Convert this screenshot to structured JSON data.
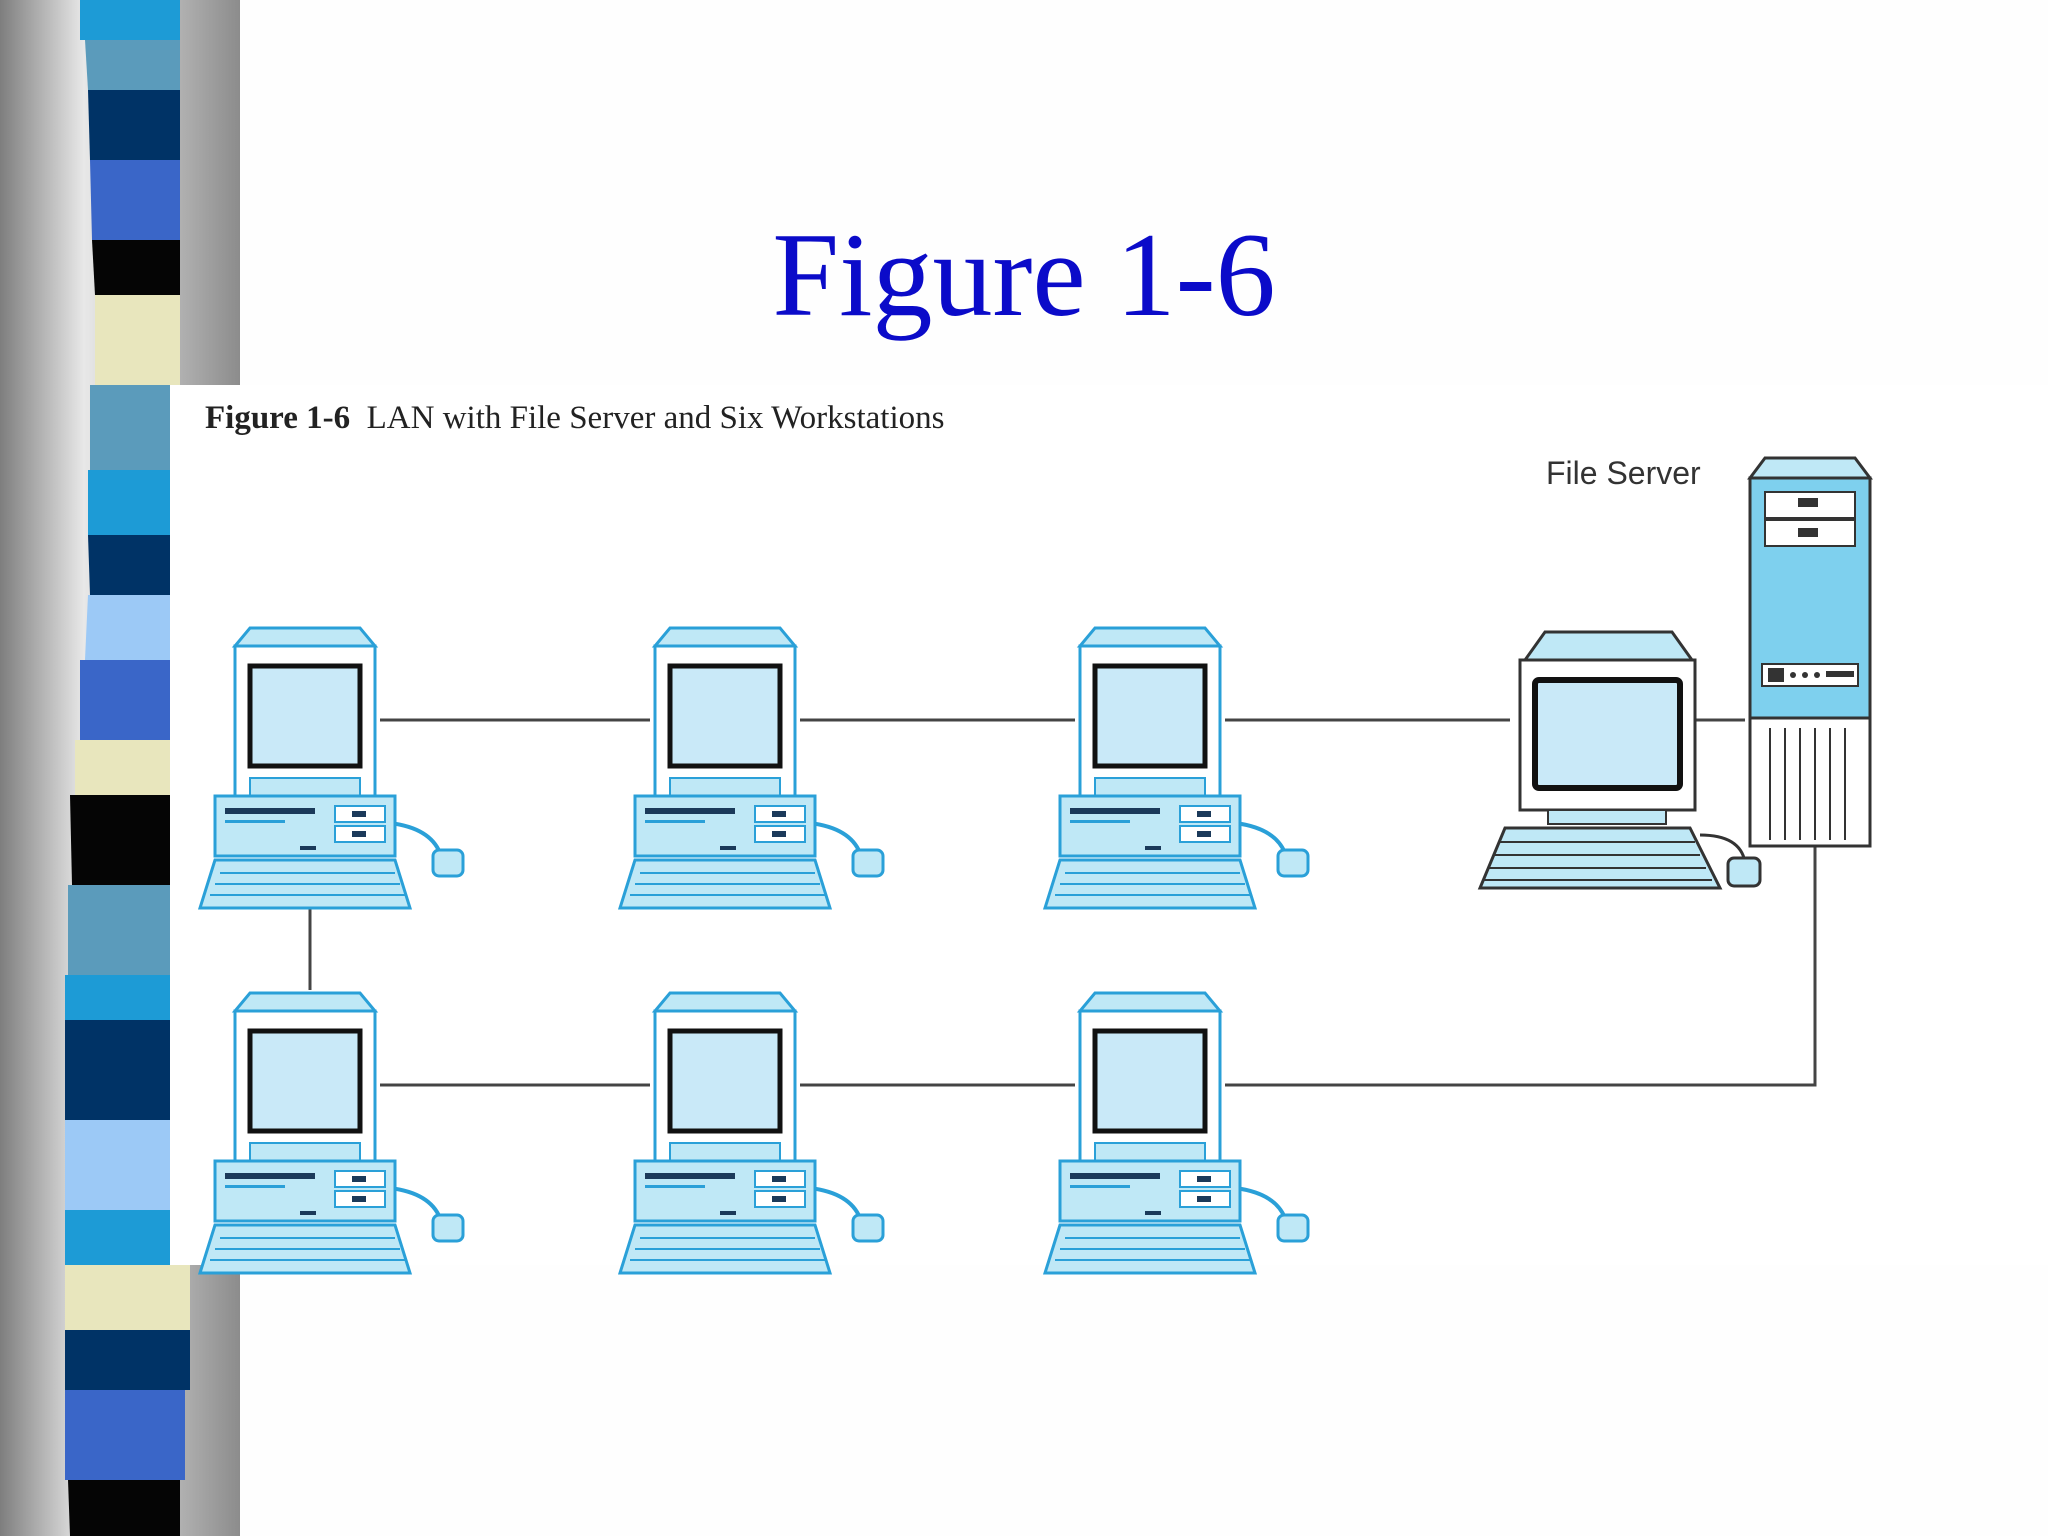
{
  "slide": {
    "title": "Figure 1-6"
  },
  "figure": {
    "caption_number": "Figure 1-6",
    "caption_text": "LAN with File Server and Six Workstations"
  },
  "diagram": {
    "server_label": "File Server",
    "workstations": [
      {
        "id": "ws-top-1"
      },
      {
        "id": "ws-top-2"
      },
      {
        "id": "ws-top-3"
      },
      {
        "id": "ws-bottom-1"
      },
      {
        "id": "ws-bottom-2"
      },
      {
        "id": "ws-bottom-3"
      }
    ],
    "server_console": {
      "id": "server-console"
    },
    "server": {
      "id": "file-server"
    }
  },
  "colors": {
    "title": "#0b0bc9",
    "device_fill": "#bfe8f6",
    "device_stroke": "#2aa0d8",
    "screen": "#c9e9f8",
    "cable": "#444444"
  }
}
